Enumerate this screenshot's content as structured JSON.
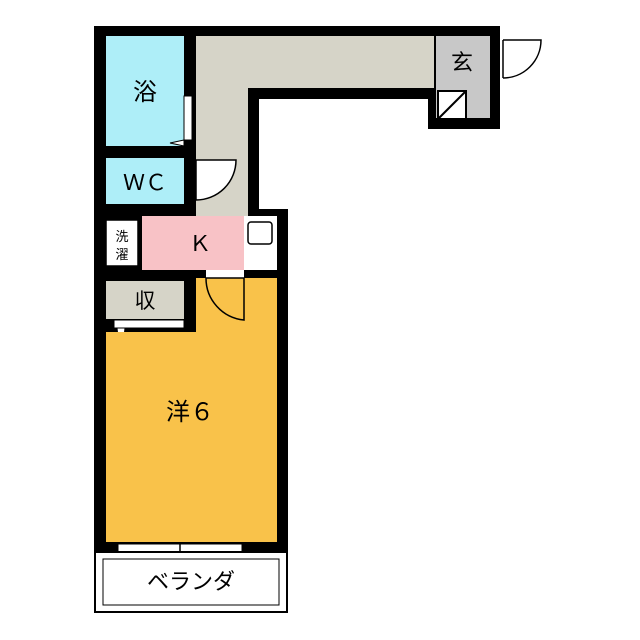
{
  "rooms": {
    "bath": "浴",
    "wc": "ＷＣ",
    "laundry_top": "洗",
    "laundry_bottom": "濯",
    "kitchen": "Ｋ",
    "storage": "収",
    "western_room": "洋６",
    "entrance": "玄",
    "balcony": "ベランダ"
  },
  "colors": {
    "wall": "#000000",
    "bath_wc": "#aeeef8",
    "kitchen": "#f8c2c6",
    "western_room": "#f9c24a",
    "hall": "#d6d4c8",
    "storage": "#d6d4c8",
    "entrance": "#c8c8c8"
  }
}
